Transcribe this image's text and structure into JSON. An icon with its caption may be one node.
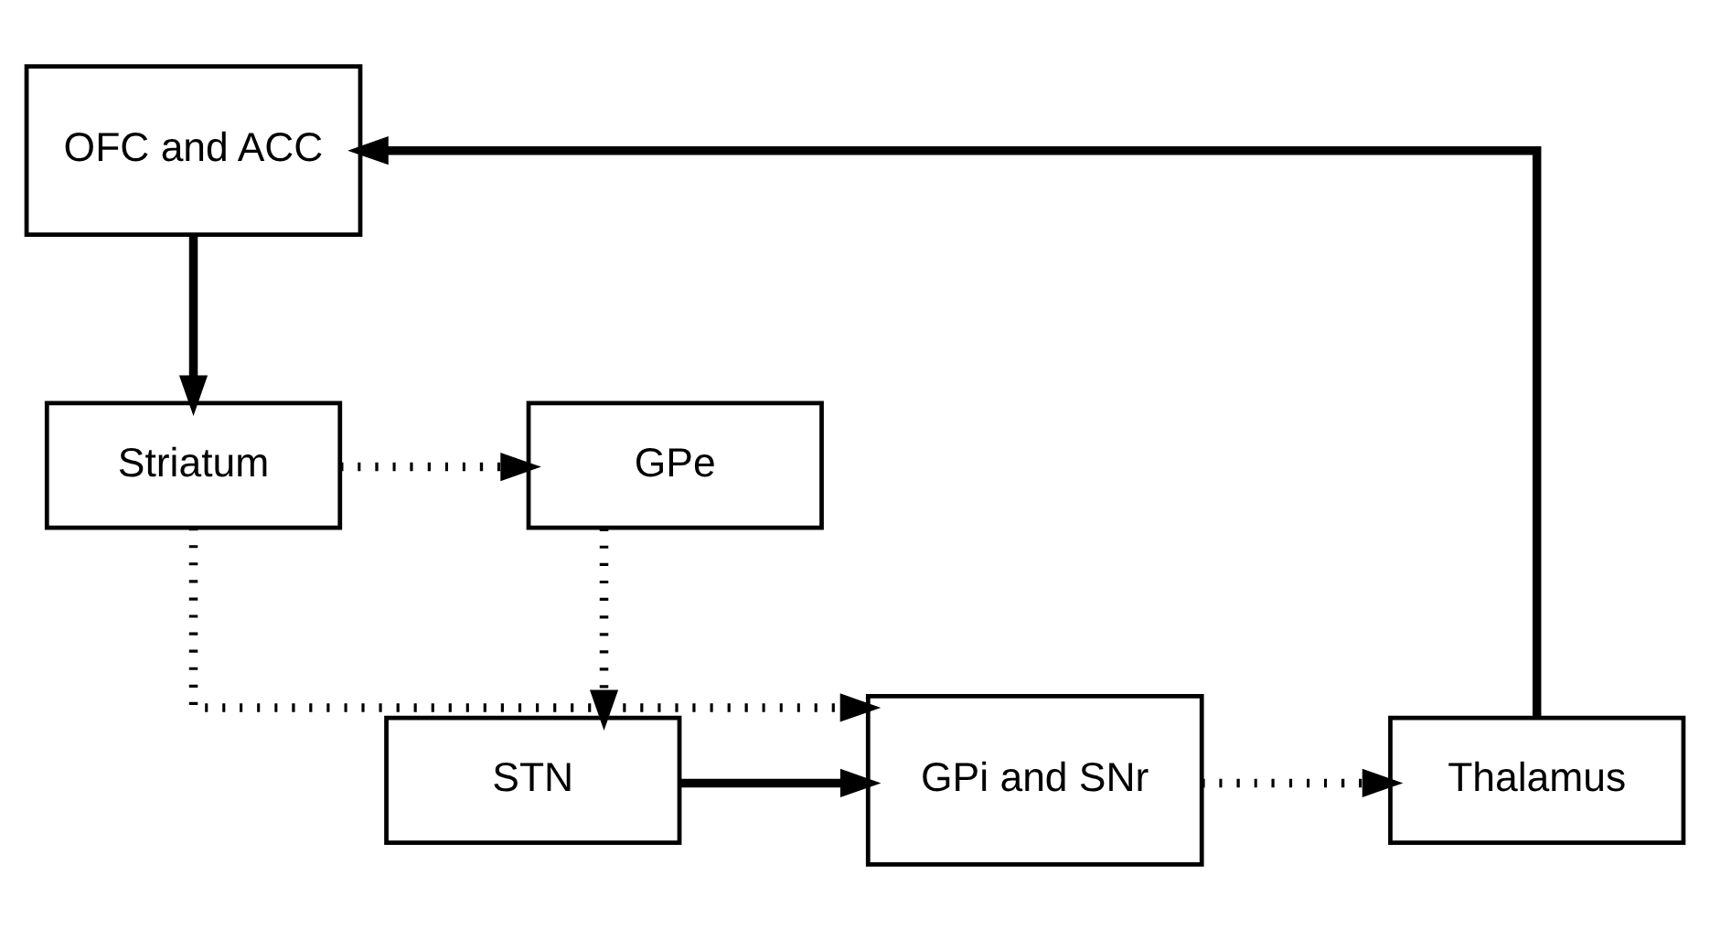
{
  "diagram": {
    "nodes": [
      {
        "text": [
          "OFC and ACC"
        ]
      },
      {
        "text": [
          "Striatum"
        ]
      },
      {
        "text": [
          "GPe"
        ]
      },
      {
        "text": [
          "Thalamus"
        ]
      },
      {
        "text": [
          "GPi and SNr"
        ]
      },
      {
        "text": [
          "STN"
        ]
      }
    ],
    "edges": [
      {
        "from": 0,
        "to": 1,
        "arrow": "to"
      },
      {
        "from": 1,
        "to": 2,
        "arrow": "to",
        "style": "dashed"
      },
      {
        "from": 1,
        "to": 4,
        "arrow": "to",
        "style": "dashed"
      },
      {
        "from": 2,
        "to": 5,
        "arrow": "to",
        "style": "dashed"
      },
      {
        "from": 5,
        "to": 4,
        "arrow": "to"
      },
      {
        "from": 4,
        "to": 3,
        "arrow": "to",
        "style": "dashed"
      },
      {
        "from": 3,
        "to": 0,
        "arrow": "to"
      }
    ]
  }
}
